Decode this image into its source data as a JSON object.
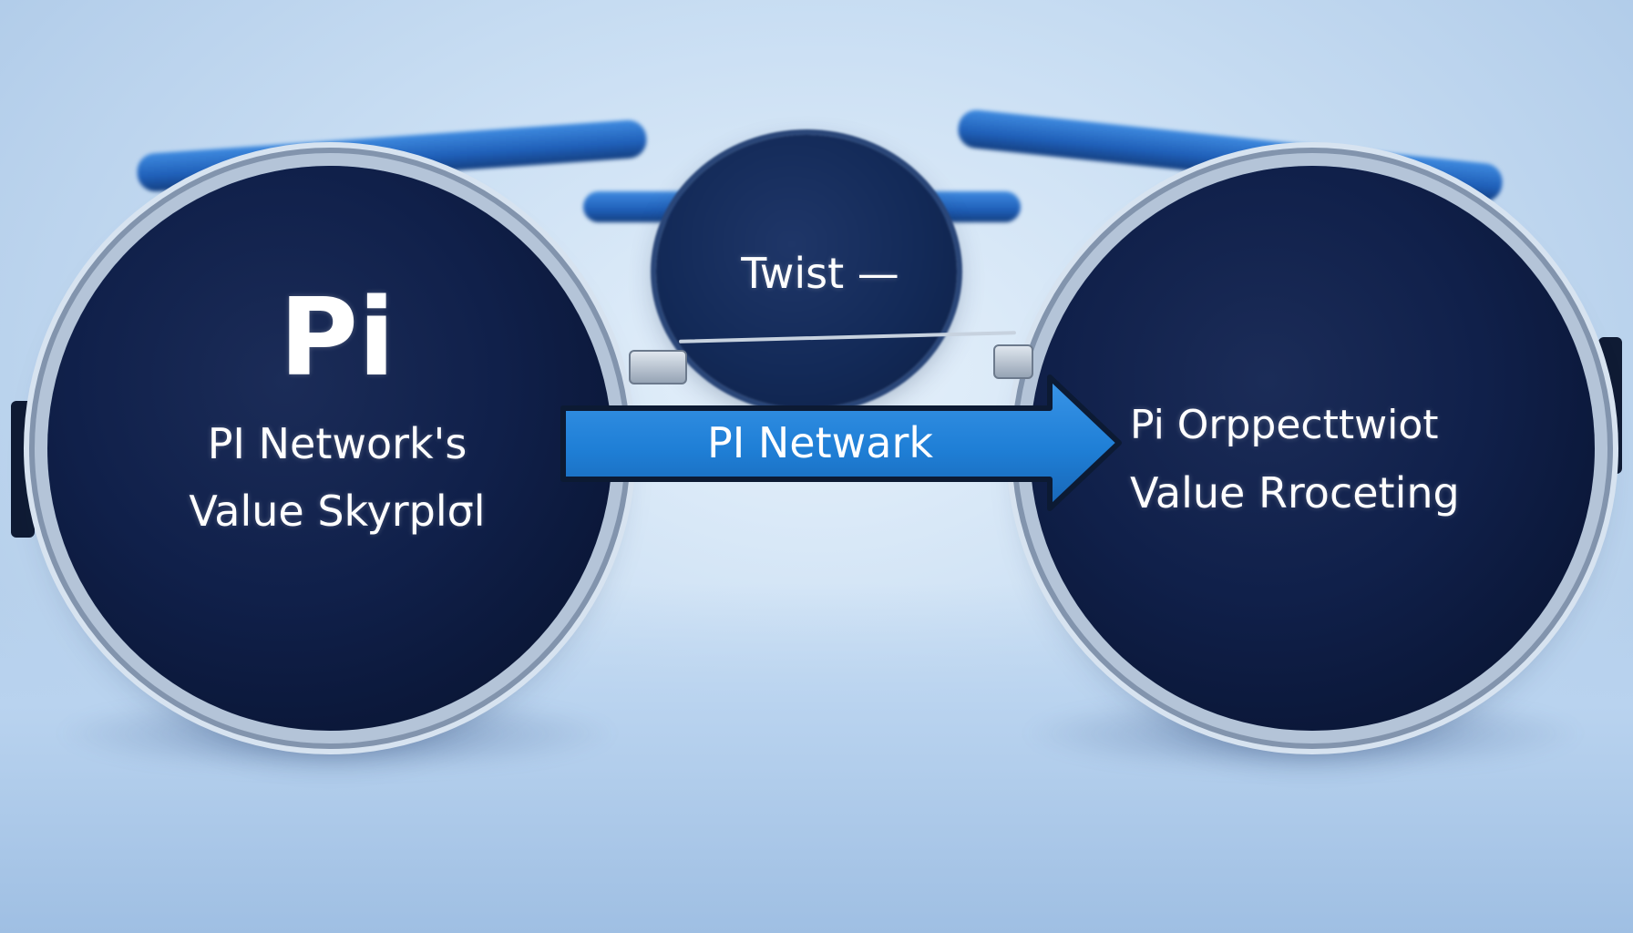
{
  "left_lens": {
    "logo_text": "Pi",
    "line1": "PI Network's",
    "line2": "Value Skyrplσl"
  },
  "center_lens": {
    "text": "Twist —"
  },
  "arrow": {
    "label": "PI Netwark",
    "color": "#1f7fd6"
  },
  "right_lens": {
    "line1": "Pi Orppecttwiot",
    "line2": "Value Rroceting"
  },
  "colors": {
    "background": "#c9def3",
    "lens_dark": "#0a1636",
    "strap_blue": "#2f74cc"
  }
}
